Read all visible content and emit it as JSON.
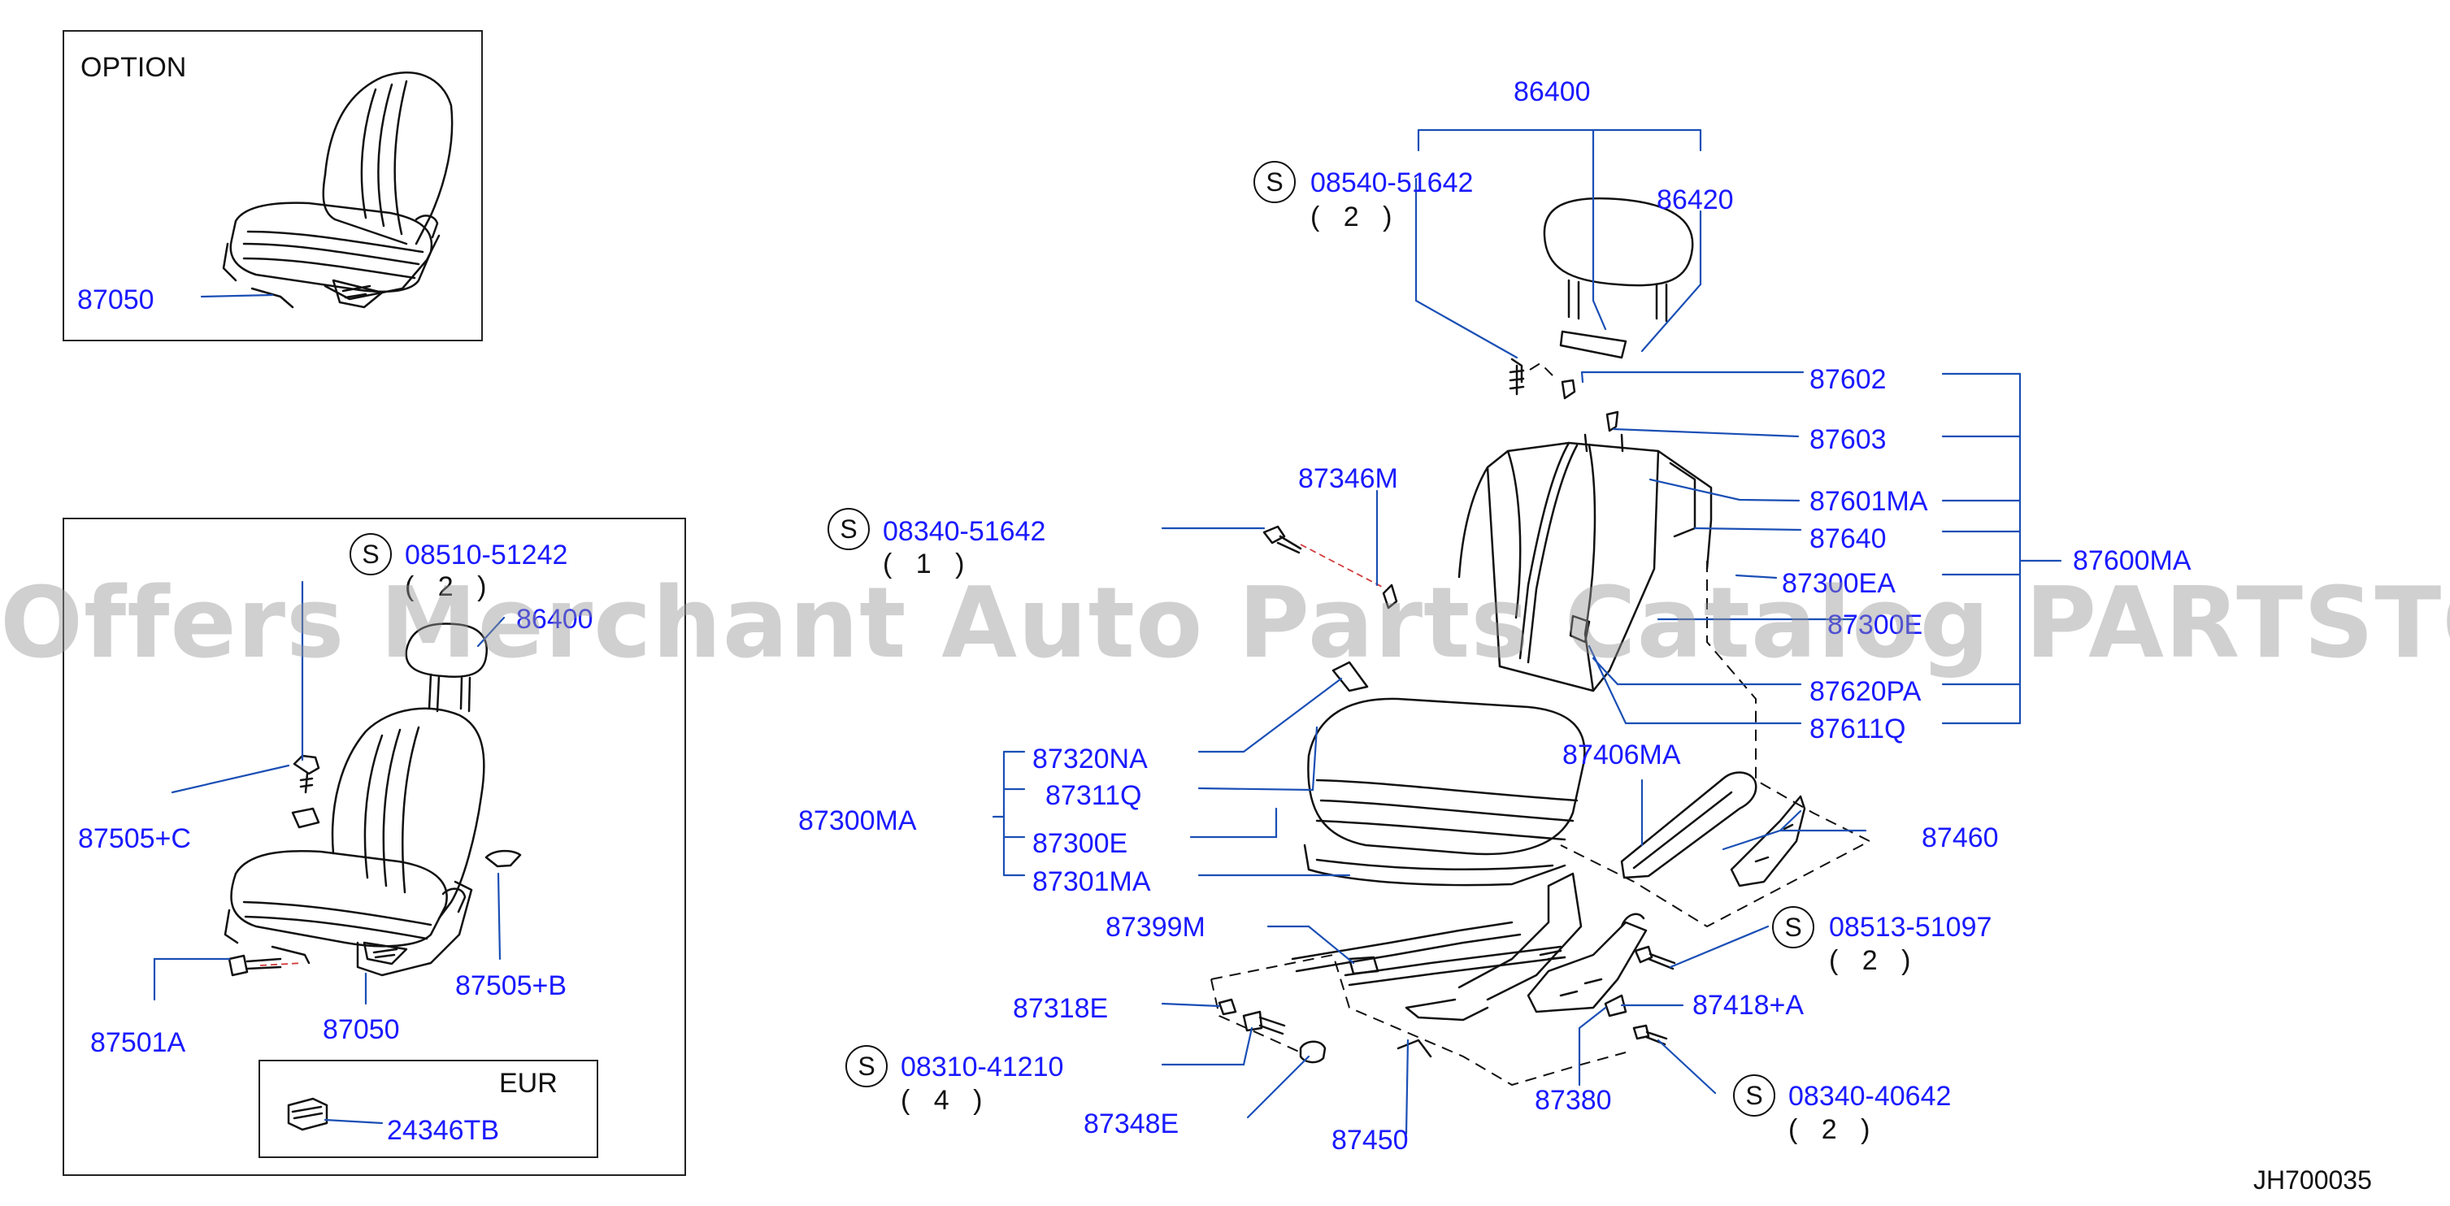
{
  "diagram": {
    "option_box": {
      "title": "OPTION",
      "part": "87050"
    },
    "left_box": {
      "parts": {
        "bolt_s": "08510-51242",
        "bolt_s_qty": "( 2 )",
        "headrest": "86400",
        "clip": "87505+C",
        "lever": "87505+B",
        "bolt": "87501A",
        "seat": "87050"
      },
      "eur_box": {
        "title": "EUR",
        "part": "24346TB"
      }
    },
    "main": {
      "parts": {
        "p86400": "86400",
        "p86420": "86420",
        "s08540": "08540-51642",
        "s08540_qty": "( 2 )",
        "p87602": "87602",
        "p87603": "87603",
        "p87601MA": "87601MA",
        "p87640": "87640",
        "p87600MA": "87600MA",
        "p87300EA": "87300EA",
        "p87300E_r": "87300E",
        "p87620PA": "87620PA",
        "p87611Q": "87611Q",
        "p87346M": "87346M",
        "s08340_1": "08340-51642",
        "s08340_1_qty": "( 1 )",
        "p87406MA": "87406MA",
        "p87320NA": "87320NA",
        "p87311Q": "87311Q",
        "p87300MA": "87300MA",
        "p87300E_l": "87300E",
        "p87301MA": "87301MA",
        "p87460": "87460",
        "p87399M": "87399M",
        "s08513": "08513-51097",
        "s08513_qty": "( 2 )",
        "p87318E": "87318E",
        "p87418A": "87418+A",
        "s08310": "08310-41210",
        "s08310_qty": "( 4 )",
        "p87380": "87380",
        "s08340_2": "08340-40642",
        "s08340_2_qty": "( 2 )",
        "p87348E": "87348E",
        "p87450": "87450"
      }
    },
    "symbol": "S",
    "diagram_id": "JH700035",
    "watermark": "Offers Merchant Auto Parts Catalog PARTSTORE.SA",
    "colors": {
      "label": "#1a1aff",
      "line": "#1a4fb5",
      "drawing": "#111111"
    }
  }
}
